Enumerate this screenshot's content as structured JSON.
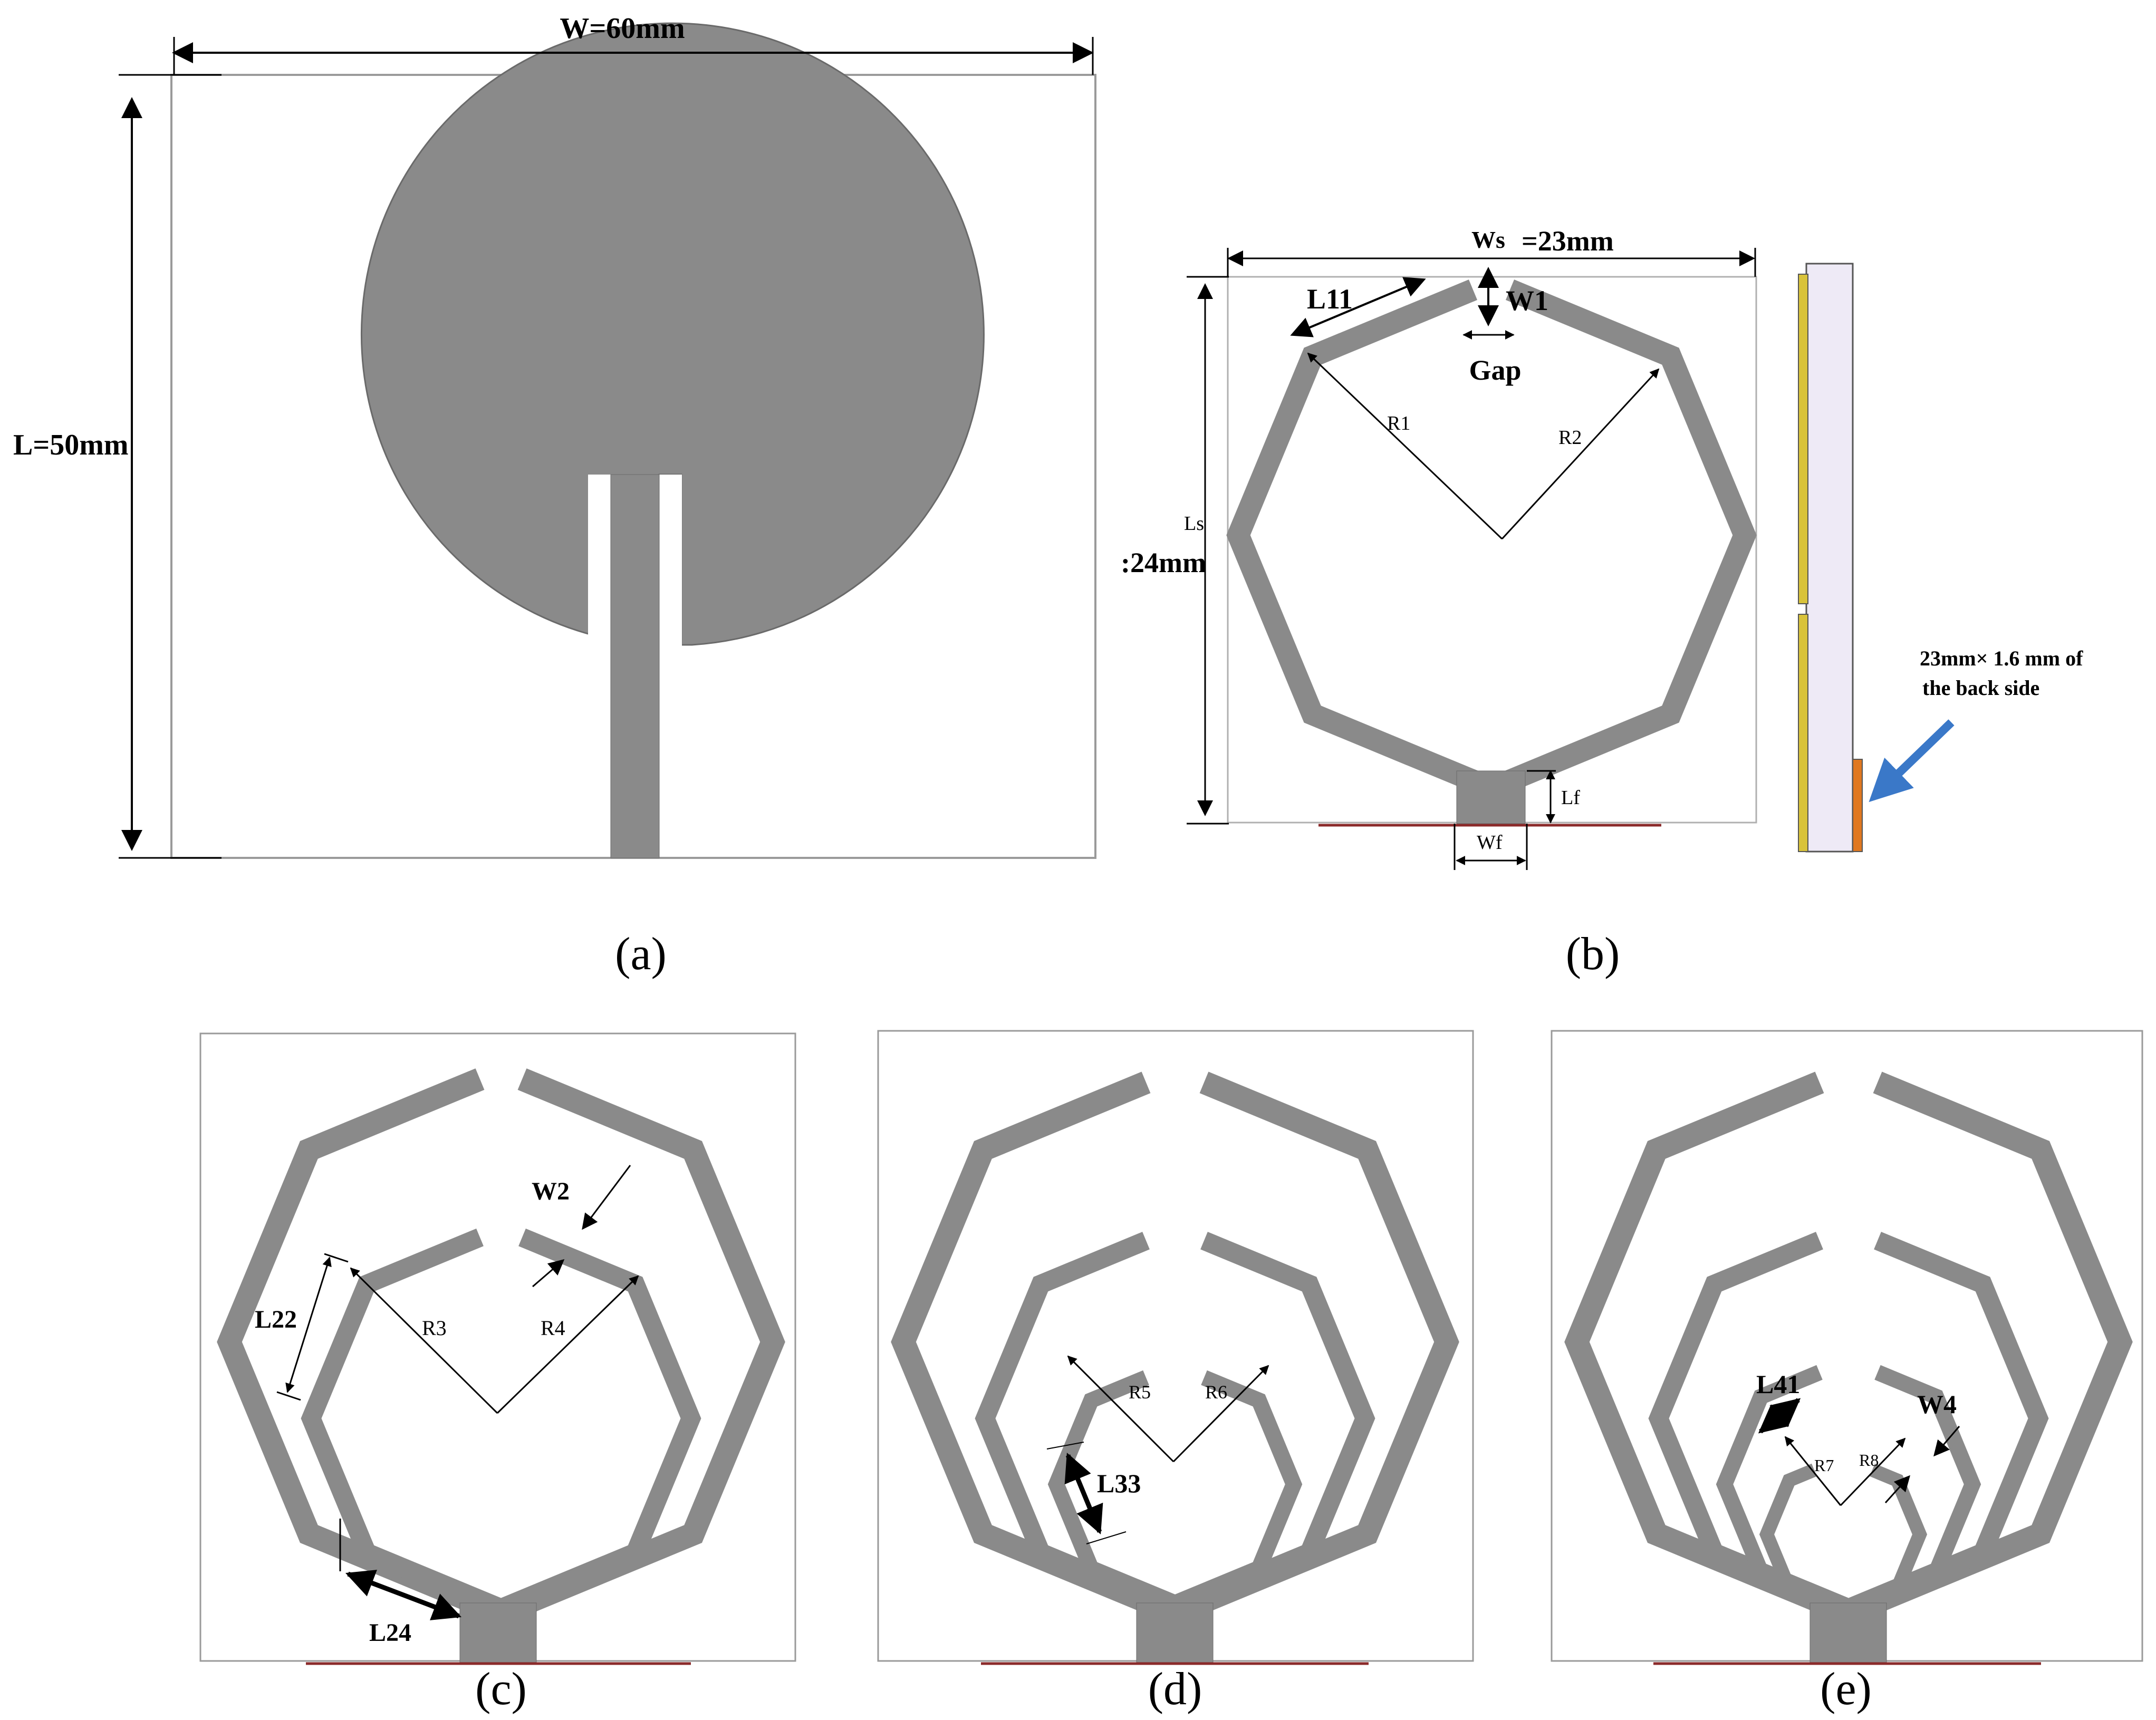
{
  "panel_a": {
    "width_label": "W=60mm",
    "length_label": "L=50mm",
    "caption": "(a)"
  },
  "panel_b": {
    "ws_label": "Ws",
    "ws_value": "=23mm",
    "l11_label": "L11",
    "w1_label": "W1",
    "gap_label": "Gap",
    "r1_label": "R1",
    "r2_label": "R2",
    "ls_label": "Ls",
    "ls_value": ":24mm",
    "lf_label": "Lf",
    "wf_label": "Wf",
    "backside_line1": "23mm× 1.6 mm of",
    "backside_line2": "the back side",
    "caption": "(b)"
  },
  "panel_c": {
    "w2_label": "W2",
    "l22_label": "L22",
    "r3_label": "R3",
    "r4_label": "R4",
    "l24_label": "L24",
    "caption": "(c)"
  },
  "panel_d": {
    "r5_label": "R5",
    "r6_label": "R6",
    "l33_label": "L33",
    "caption": "(d)"
  },
  "panel_e": {
    "l41_label": "L41",
    "w4_label": "W4",
    "r7_label": "R7",
    "r8_label": "R8",
    "caption": "(e)"
  },
  "colors": {
    "metal": "#8a8a8a",
    "outline": "#6a6a6a",
    "ground_line": "#8b2a2a",
    "substrate": "#eeeaf6",
    "copper": "#d9c33a",
    "backside": "#e07820",
    "callout_arrow": "#3a78c8"
  }
}
